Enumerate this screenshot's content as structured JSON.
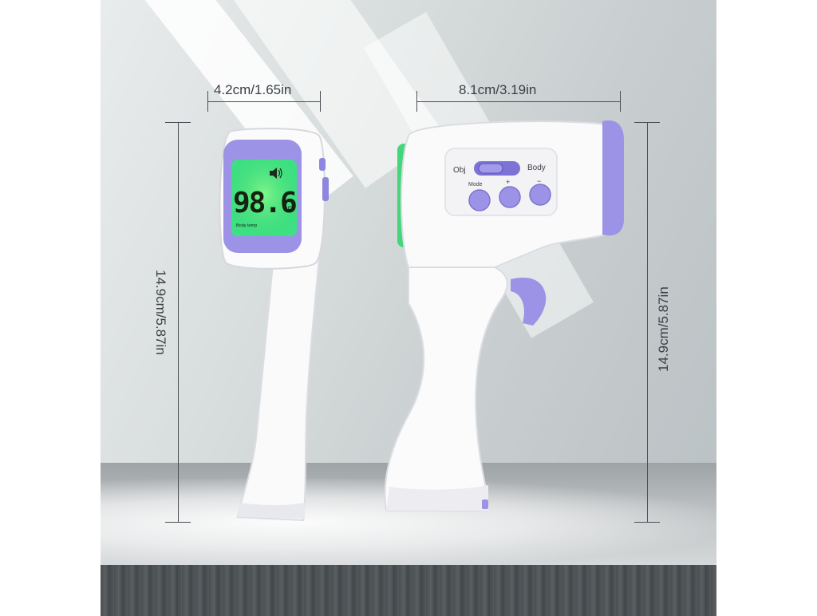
{
  "dimensions": {
    "front_width": "4.2cm/1.65in",
    "side_width": "8.1cm/3.19in",
    "front_height": "14.9cm/5.87in",
    "side_height": "14.9cm/5.87in"
  },
  "display": {
    "reading": "98.6",
    "unit": "°F",
    "mode_label": "Body temp"
  },
  "controls": {
    "switch_left": "Obj",
    "switch_right": "Body",
    "mode_button": "Mode",
    "plus_button": "+",
    "minus_button": "−"
  },
  "colors": {
    "accent": "#8f86e0",
    "screen": "#36e07a",
    "body": "#fafafb"
  }
}
